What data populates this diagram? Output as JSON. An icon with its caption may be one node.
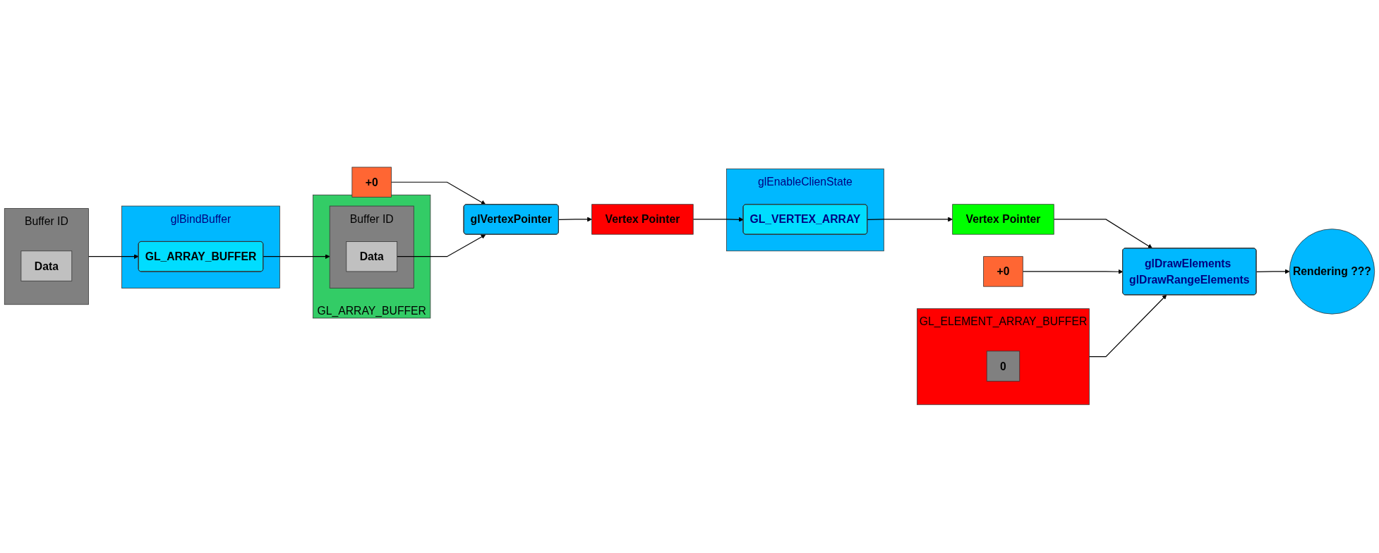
{
  "diagram": {
    "nodes": [
      {
        "text": [
          "GL_ELEMENT_ARRAY_BUFFER"
        ]
      },
      {
        "text": [
          "0"
        ],
        "in": 0
      },
      {
        "text": [
          "+0"
        ]
      },
      {
        "text": [
          "glVertexPointer"
        ]
      },
      {
        "text": [
          "Vertex Pointer"
        ]
      },
      {
        "text": [
          "glEnableClienState"
        ]
      },
      {
        "text": [
          "GL_VERTEX_ARRAY"
        ],
        "in": 5
      },
      {
        "text": [
          "Vertex Pointer"
        ]
      },
      {
        "text": [
          "+0"
        ]
      },
      {
        "text": [
          "glDrawElements glDrawRangeElements"
        ]
      },
      {
        "text": [
          "Buffer ID"
        ]
      },
      {
        "text": [
          "Data"
        ],
        "in": 10
      },
      {
        "text": [
          "glBindBuffer"
        ]
      },
      {
        "text": [
          "GL_ARRAY_BUFFER"
        ],
        "in": 12
      },
      {
        "text": [
          "GL_ARRAY_BUFFER"
        ]
      },
      {
        "text": [
          "Buffer ID"
        ],
        "in": 14
      },
      {
        "text": [
          "Data"
        ],
        "in": 15
      },
      {
        "text": [
          "Rendering ???"
        ]
      }
    ],
    "edges": [
      {
        "from": 2,
        "to": 3,
        "arrow": "to"
      },
      {
        "from": 3,
        "to": 4,
        "arrow": "to"
      },
      {
        "from": 4,
        "to": 6,
        "arrow": "to"
      },
      {
        "from": 6,
        "to": 7,
        "arrow": "to"
      },
      {
        "from": 7,
        "to": 9,
        "arrow": "to"
      },
      {
        "from": 8,
        "to": 9,
        "arrow": "to"
      },
      {
        "from": 0,
        "to": 9,
        "arrow": "to"
      },
      {
        "from": 9,
        "to": 17,
        "arrow": "to"
      },
      {
        "from": 10,
        "to": 13,
        "arrow": "to"
      },
      {
        "from": 13,
        "to": 15,
        "arrow": "to"
      },
      {
        "from": 16,
        "to": 3,
        "arrow": "to"
      }
    ]
  }
}
